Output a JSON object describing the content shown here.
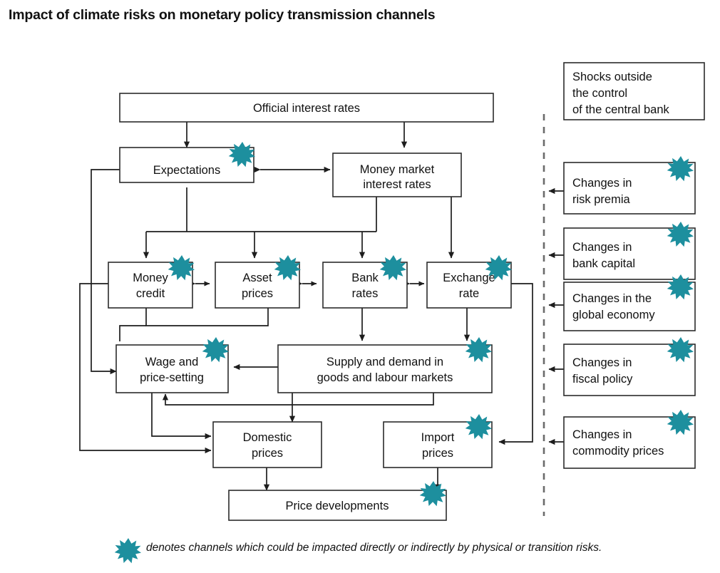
{
  "title": "Impact of climate risks on monetary policy transmission channels",
  "colors": {
    "star_teal": "#1d8f9e",
    "box_stroke": "#2b2b2b",
    "line": "#1d1d1d",
    "divider": "#6b6b6b",
    "background": "#ffffff"
  },
  "diagram": {
    "type": "flowchart",
    "nodes": {
      "official_interest_rates": {
        "label": "Official interest rates",
        "starred": false
      },
      "expectations": {
        "label": "Expectations",
        "starred": true
      },
      "money_market_interest_rates": {
        "line1": "Money market",
        "line2": "interest rates",
        "starred": false
      },
      "money_credit": {
        "line1": "Money",
        "line2": "credit",
        "starred": true
      },
      "asset_prices": {
        "line1": "Asset",
        "line2": "prices",
        "starred": true
      },
      "bank_rates": {
        "line1": "Bank",
        "line2": "rates",
        "starred": true
      },
      "exchange_rate": {
        "line1": "Exchange",
        "line2": "rate",
        "starred": true
      },
      "wage_and_price_setting": {
        "line1": "Wage and",
        "line2": "price-setting",
        "starred": true
      },
      "supply_and_demand": {
        "line1": "Supply and demand in",
        "line2": "goods and labour markets",
        "starred": true
      },
      "domestic_prices": {
        "line1": "Domestic",
        "line2": "prices",
        "starred": false
      },
      "import_prices": {
        "line1": "Import",
        "line2": "prices",
        "starred": true
      },
      "price_developments": {
        "label": "Price developments",
        "starred": true
      }
    },
    "shocks_panel": {
      "header": {
        "line1": "Shocks outside",
        "line2": "the control",
        "line3": "of the central bank",
        "starred": false
      },
      "items": [
        {
          "line1": "Changes in",
          "line2": "risk premia",
          "starred": true
        },
        {
          "line1": "Changes in",
          "line2": "bank capital",
          "starred": true
        },
        {
          "line1": "Changes in the",
          "line2": "global economy",
          "starred": true
        },
        {
          "line1": "Changes in",
          "line2": "fiscal policy",
          "starred": true
        },
        {
          "line1": "Changes in",
          "line2": "commodity prices",
          "starred": true
        }
      ]
    }
  },
  "footnote": {
    "text": "denotes channels which could be impacted directly or indirectly by physical or transition risks."
  }
}
